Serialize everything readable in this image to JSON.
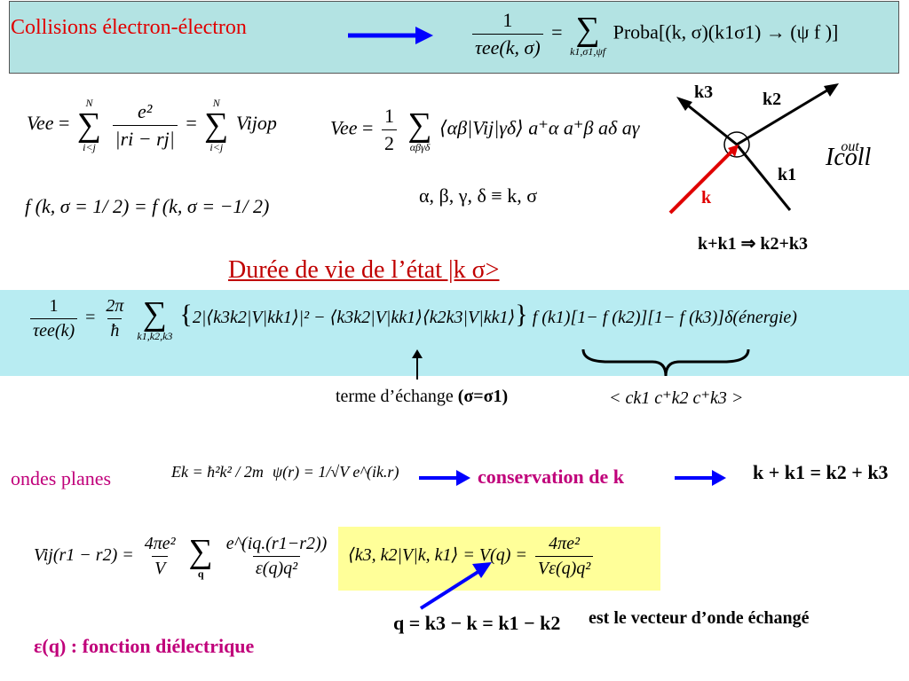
{
  "title": "Collisions électron-électron",
  "header_eq": {
    "num": "1",
    "den": "τee(k, σ)",
    "sum_limits": "k1,σ1,ψf",
    "rhs": "Proba[(k, σ)(k1σ1) → (ψ f )]"
  },
  "vee": {
    "lhs": "Vee",
    "sum1_top": "N",
    "sum1_bottom": "i<j",
    "frac_num": "e²",
    "frac_den": "|ri − rj|",
    "sum2_top": "N",
    "sum2_bottom": "i<j",
    "vop": "Vijop"
  },
  "vee2": {
    "lhs": "Vee",
    "frac_num": "1",
    "frac_den": "2",
    "sum_bottom": "αβγδ",
    "rhs": "⟨αβ|Vij|γδ⟩ a⁺α a⁺β aδ aγ"
  },
  "f_eq": "f (k, σ = 1/ 2) = f (k, σ = −1/ 2)",
  "greek_eq": "α, β, γ, δ ≡ k, σ",
  "diagram": {
    "k3": "k3",
    "k2": "k2",
    "k1": "k1",
    "k": "k",
    "i_out_coll": "Icoll",
    "i_sup": "out",
    "reaction": "k+k1 ⇒ k2+k3"
  },
  "lifetime_heading": "Durée de vie de l’état |k σ>",
  "lifetime_eq": {
    "num": "1",
    "den": "τee(k)",
    "frac2_num": "2π",
    "frac2_den": "ħ",
    "sum_bottom": "k1,k2,k3",
    "body": "2|⟨k3k2|V|kk1⟩|² − ⟨k3k2|V|kk1⟩⟨k2k3|V|kk1⟩",
    "tail": "f (k1)[1− f (k2)][1− f (k3)]δ(énergie)"
  },
  "exchange_label": "terme d’échange",
  "exchange_cond": "(σ=σ1)",
  "ccc": "< ck1 c⁺k2 c⁺k3 >",
  "plane_waves": {
    "label": "ondes planes",
    "ek": "Ek = ħ²k² / 2m",
    "psi": "ψ(r) = 1/√V e^(ik.r)",
    "conservation": "conservation de k",
    "result": "k + k1 = k2 + k3"
  },
  "vij": {
    "lhs": "Vij(r1 − r2) =",
    "frac_num": "4πe²",
    "frac_den": "V",
    "sum_bottom": "q",
    "exp_num": "e^(iq.(r1−r2))",
    "exp_den": "ε(q)q²"
  },
  "matrix_element": {
    "lhs": "⟨k3, k2|V|k, k1⟩ = V(q) =",
    "frac_num": "4πe²",
    "frac_den": "Vε(q)q²"
  },
  "q_def": "q = k3 − k = k1 − k2",
  "q_desc": "est le vecteur d’onde échangé",
  "dielectric": "ε(q) : fonction diélectrique",
  "colors": {
    "title_red": "#e00000",
    "accent_magenta": "#c0007a",
    "arrow_blue": "#0000ff",
    "highlight_yellow": "#ffff99",
    "box_cyan": "#b8ecf2"
  }
}
